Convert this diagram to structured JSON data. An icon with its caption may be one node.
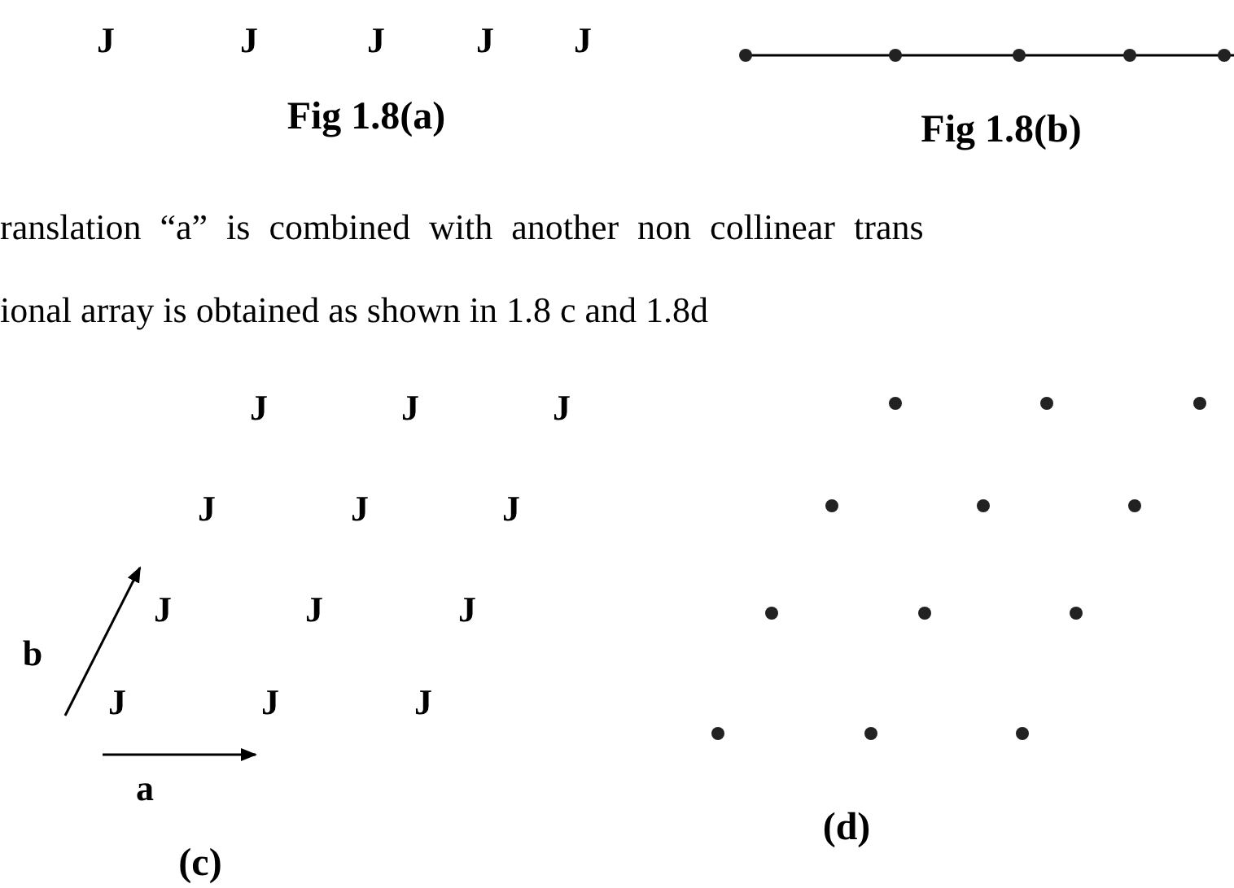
{
  "diagram": {
    "labels": [
      "J",
      "J",
      "J",
      "J",
      "J",
      "Fig 1.8(a)",
      "Fig 1.8(b)",
      "ranslation “a” is combined with another non collinear trans",
      "ional array is obtained as shown in 1.8 c and 1.8d",
      "J",
      "J",
      "J",
      "J",
      "J",
      "J",
      "J",
      "J",
      "J",
      "J",
      "J",
      "J",
      "b",
      "a",
      "(d)",
      "(c)"
    ]
  }
}
